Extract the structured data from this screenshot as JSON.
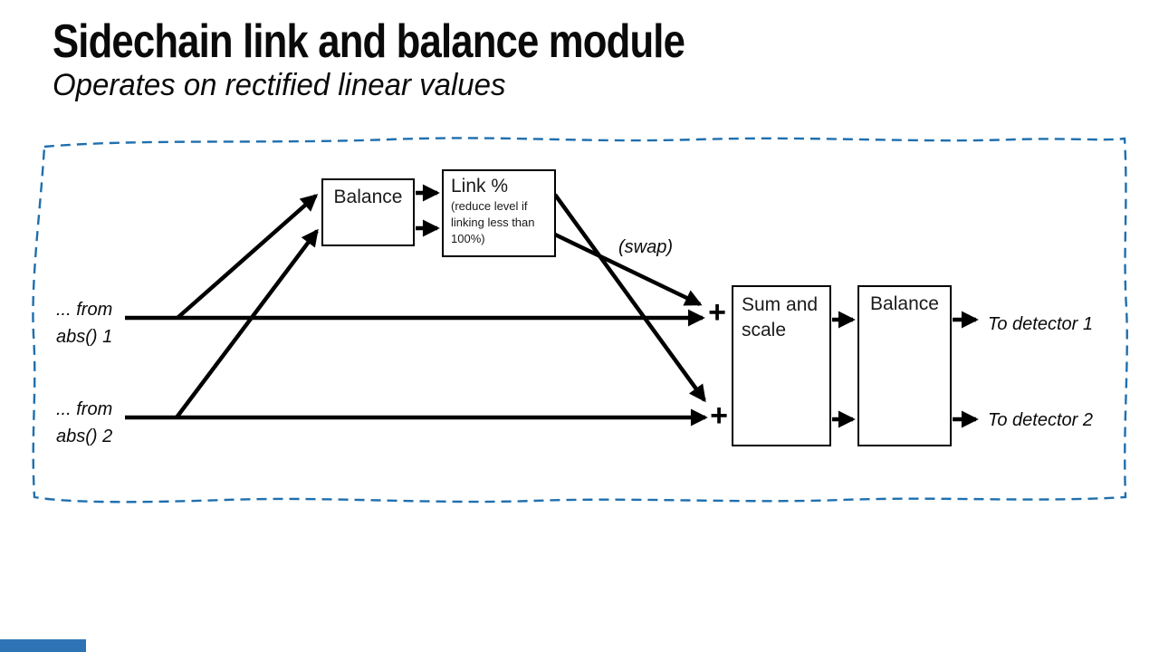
{
  "slide": {
    "title": "Sidechain link and balance module",
    "subtitle": "Operates on rectified linear values"
  },
  "diagram": {
    "box_balance1": {
      "label": "Balance"
    },
    "box_link": {
      "label": "Link %",
      "note_lines": [
        "(reduce level if",
        "linking less than",
        "100%)"
      ]
    },
    "box_sum_scale": {
      "line1": "Sum and",
      "line2": "scale"
    },
    "box_balance2": {
      "label": "Balance"
    },
    "input1": {
      "line1": "... from",
      "line2": "abs() 1"
    },
    "input2": {
      "line1": "... from",
      "line2": "abs() 2"
    },
    "swap_label": "(swap)",
    "output1": "To detector 1",
    "output2": "To detector 2",
    "plus_top": "+",
    "plus_bottom": "+",
    "colors": {
      "dashed_border": "#1F6FAE",
      "arrow": "#000000",
      "footer_bar": "#2E74B5"
    }
  }
}
